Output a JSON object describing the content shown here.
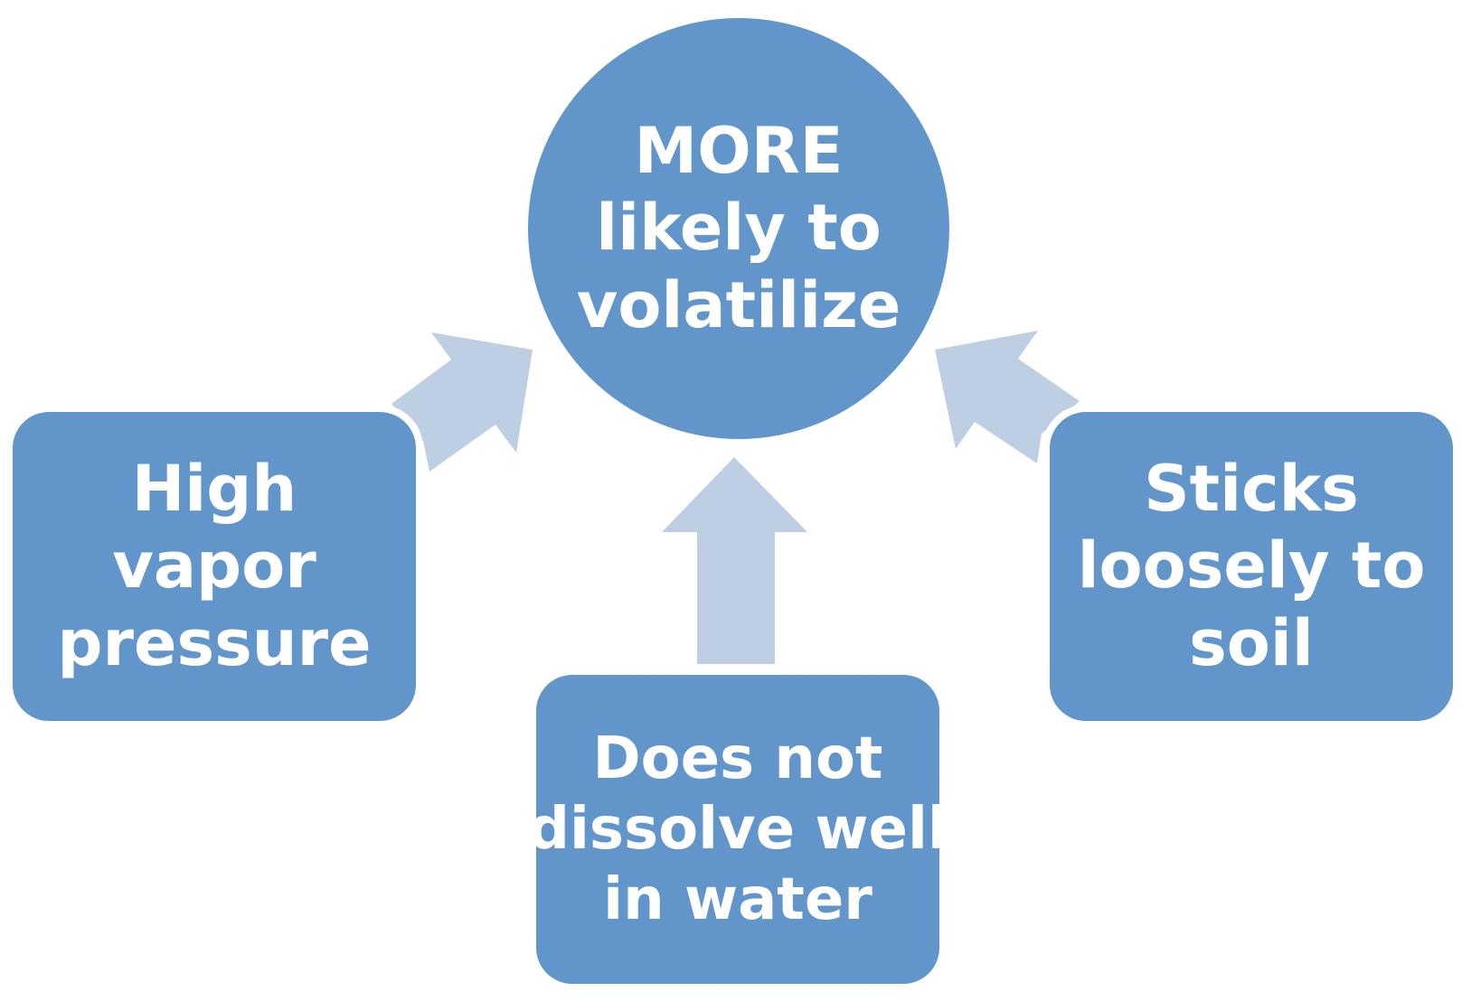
{
  "colors": {
    "node_fill": "#6295CA",
    "arrow_fill": "#BECFE3",
    "text": "#FFFFFF"
  },
  "center": {
    "lines": [
      "MORE",
      "likely to",
      "volatilize"
    ]
  },
  "factors": {
    "left": {
      "lines": [
        "High",
        "vapor",
        "pressure"
      ]
    },
    "bottom": {
      "lines": [
        "Does not",
        "dissolve well",
        "in water"
      ]
    },
    "right": {
      "lines": [
        "Sticks",
        "loosely to",
        "soil"
      ]
    }
  }
}
